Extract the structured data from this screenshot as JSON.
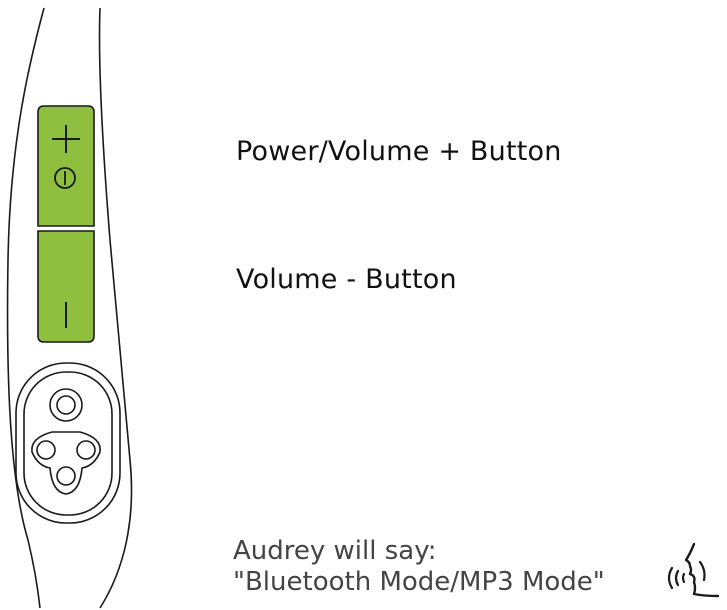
{
  "colors": {
    "button_fill": "#8fbf3e",
    "outline": "#1a1a1a",
    "text": "#111111",
    "prompt_text": "#444444"
  },
  "labels": {
    "power_volume_up": "Power/Volume + Button",
    "volume_down": "Volume - Button"
  },
  "voice_prompt": {
    "line1": "Audrey will say:",
    "line2": "\"Bluetooth Mode/MP3 Mode\""
  },
  "icons": {
    "speaking": "speaking-head-icon",
    "plus": "plus-icon",
    "power": "power-icon",
    "minus": "minus-icon"
  }
}
